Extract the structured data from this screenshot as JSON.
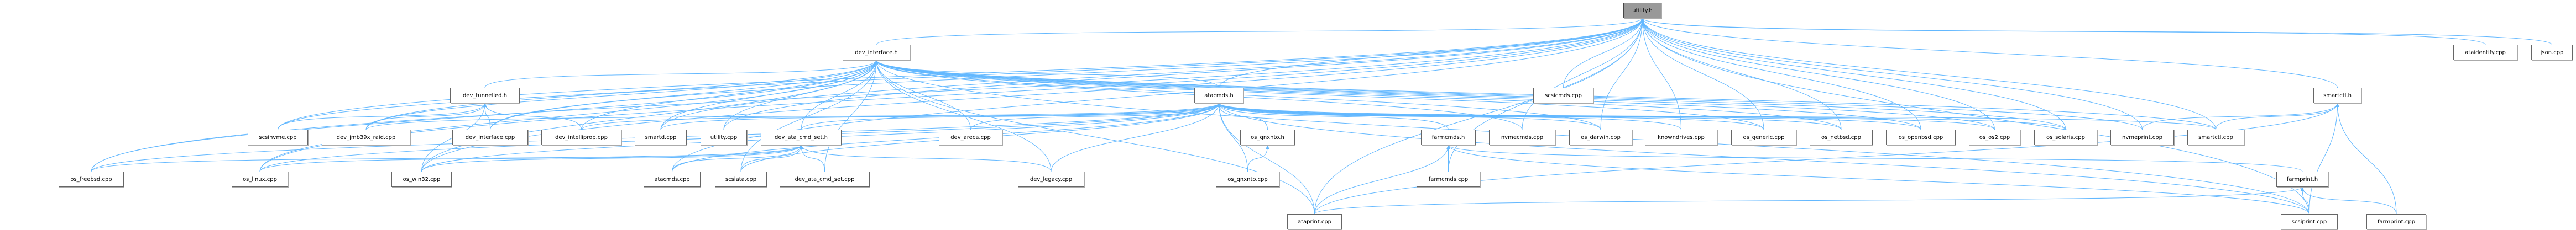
{
  "graph": {
    "root": "utility.h",
    "nodes": [
      {
        "label": "utility.h"
      },
      {
        "label": "dev_interface.h"
      },
      {
        "label": "atacmds.h"
      },
      {
        "label": "dev_tunnelled.h"
      },
      {
        "label": "scsicmds.cpp"
      },
      {
        "label": "smartctl.h"
      },
      {
        "label": "ataidentify.cpp"
      },
      {
        "label": "json.cpp"
      },
      {
        "label": "scsinvme.cpp"
      },
      {
        "label": "dev_jmb39x_raid.cpp"
      },
      {
        "label": "dev_interface.cpp"
      },
      {
        "label": "dev_intelliprop.cpp"
      },
      {
        "label": "smartd.cpp"
      },
      {
        "label": "utility.cpp"
      },
      {
        "label": "dev_ata_cmd_set.h"
      },
      {
        "label": "dev_areca.cpp"
      },
      {
        "label": "os_qnxnto.h"
      },
      {
        "label": "farmcmds.h"
      },
      {
        "label": "nvmecmds.cpp"
      },
      {
        "label": "os_darwin.cpp"
      },
      {
        "label": "knowndrives.cpp"
      },
      {
        "label": "os_generic.cpp"
      },
      {
        "label": "os_netbsd.cpp"
      },
      {
        "label": "os_openbsd.cpp"
      },
      {
        "label": "os_os2.cpp"
      },
      {
        "label": "os_solaris.cpp"
      },
      {
        "label": "nvmeprint.cpp"
      },
      {
        "label": "smartctl.cpp"
      },
      {
        "label": "os_freebsd.cpp"
      },
      {
        "label": "os_linux.cpp"
      },
      {
        "label": "os_win32.cpp"
      },
      {
        "label": "atacmds.cpp"
      },
      {
        "label": "scsiata.cpp"
      },
      {
        "label": "dev_ata_cmd_set.cpp"
      },
      {
        "label": "dev_legacy.cpp"
      },
      {
        "label": "os_qnxnto.cpp"
      },
      {
        "label": "farmcmds.cpp"
      },
      {
        "label": "farmprint.h"
      },
      {
        "label": "ataprint.cpp"
      },
      {
        "label": "scsiprint.cpp"
      },
      {
        "label": "farmprint.cpp"
      }
    ],
    "edges": [
      [
        "dev_interface.h",
        "utility.h"
      ],
      [
        "atacmds.h",
        "utility.h"
      ],
      [
        "scsicmds.cpp",
        "utility.h"
      ],
      [
        "smartctl.h",
        "utility.h"
      ],
      [
        "ataidentify.cpp",
        "utility.h"
      ],
      [
        "json.cpp",
        "utility.h"
      ],
      [
        "nvmecmds.cpp",
        "utility.h"
      ],
      [
        "os_darwin.cpp",
        "utility.h"
      ],
      [
        "knowndrives.cpp",
        "utility.h"
      ],
      [
        "os_generic.cpp",
        "utility.h"
      ],
      [
        "os_netbsd.cpp",
        "utility.h"
      ],
      [
        "os_openbsd.cpp",
        "utility.h"
      ],
      [
        "os_os2.cpp",
        "utility.h"
      ],
      [
        "os_solaris.cpp",
        "utility.h"
      ],
      [
        "nvmeprint.cpp",
        "utility.h"
      ],
      [
        "smartctl.cpp",
        "utility.h"
      ],
      [
        "utility.cpp",
        "utility.h"
      ],
      [
        "smartd.cpp",
        "utility.h"
      ],
      [
        "os_freebsd.cpp",
        "utility.h"
      ],
      [
        "os_linux.cpp",
        "utility.h"
      ],
      [
        "os_win32.cpp",
        "utility.h"
      ],
      [
        "scsinvme.cpp",
        "utility.h"
      ],
      [
        "dev_jmb39x_raid.cpp",
        "utility.h"
      ],
      [
        "dev_interface.cpp",
        "utility.h"
      ],
      [
        "ataprint.cpp",
        "utility.h"
      ],
      [
        "scsiprint.cpp",
        "utility.h"
      ],
      [
        "atacmds.cpp",
        "utility.h"
      ],
      [
        "farmcmds.cpp",
        "utility.h"
      ],
      [
        "dev_tunnelled.h",
        "dev_interface.h"
      ],
      [
        "atacmds.h",
        "dev_interface.h"
      ],
      [
        "dev_ata_cmd_set.h",
        "dev_interface.h"
      ],
      [
        "dev_areca.cpp",
        "dev_interface.h"
      ],
      [
        "dev_interface.cpp",
        "dev_interface.h"
      ],
      [
        "dev_intelliprop.cpp",
        "dev_interface.h"
      ],
      [
        "dev_jmb39x_raid.cpp",
        "dev_interface.h"
      ],
      [
        "dev_legacy.cpp",
        "dev_interface.h"
      ],
      [
        "scsinvme.cpp",
        "dev_interface.h"
      ],
      [
        "smartd.cpp",
        "dev_interface.h"
      ],
      [
        "utility.cpp",
        "dev_interface.h"
      ],
      [
        "os_freebsd.cpp",
        "dev_interface.h"
      ],
      [
        "os_linux.cpp",
        "dev_interface.h"
      ],
      [
        "os_win32.cpp",
        "dev_interface.h"
      ],
      [
        "scsiata.cpp",
        "dev_interface.h"
      ],
      [
        "ataprint.cpp",
        "dev_interface.h"
      ],
      [
        "nvmecmds.cpp",
        "dev_interface.h"
      ],
      [
        "os_darwin.cpp",
        "dev_interface.h"
      ],
      [
        "os_generic.cpp",
        "dev_interface.h"
      ],
      [
        "os_netbsd.cpp",
        "dev_interface.h"
      ],
      [
        "os_openbsd.cpp",
        "dev_interface.h"
      ],
      [
        "os_os2.cpp",
        "dev_interface.h"
      ],
      [
        "os_solaris.cpp",
        "dev_interface.h"
      ],
      [
        "smartctl.cpp",
        "dev_interface.h"
      ],
      [
        "nvmeprint.cpp",
        "dev_interface.h"
      ],
      [
        "scsiprint.cpp",
        "dev_interface.h"
      ],
      [
        "dev_ata_cmd_set.cpp",
        "dev_interface.h"
      ],
      [
        "scsinvme.cpp",
        "dev_tunnelled.h"
      ],
      [
        "dev_jmb39x_raid.cpp",
        "dev_tunnelled.h"
      ],
      [
        "dev_interface.cpp",
        "dev_tunnelled.h"
      ],
      [
        "dev_intelliprop.cpp",
        "dev_tunnelled.h"
      ],
      [
        "os_win32.cpp",
        "dev_tunnelled.h"
      ],
      [
        "smartd.cpp",
        "atacmds.h"
      ],
      [
        "dev_ata_cmd_set.h",
        "atacmds.h"
      ],
      [
        "dev_areca.cpp",
        "atacmds.h"
      ],
      [
        "dev_jmb39x_raid.cpp",
        "atacmds.h"
      ],
      [
        "dev_intelliprop.cpp",
        "atacmds.h"
      ],
      [
        "atacmds.cpp",
        "atacmds.h"
      ],
      [
        "scsiata.cpp",
        "atacmds.h"
      ],
      [
        "dev_legacy.cpp",
        "atacmds.h"
      ],
      [
        "os_qnxnto.h",
        "atacmds.h"
      ],
      [
        "os_qnxnto.cpp",
        "atacmds.h"
      ],
      [
        "ataprint.cpp",
        "atacmds.h"
      ],
      [
        "farmcmds.h",
        "atacmds.h"
      ],
      [
        "knowndrives.cpp",
        "atacmds.h"
      ],
      [
        "os_generic.cpp",
        "atacmds.h"
      ],
      [
        "os_netbsd.cpp",
        "atacmds.h"
      ],
      [
        "os_openbsd.cpp",
        "atacmds.h"
      ],
      [
        "os_os2.cpp",
        "atacmds.h"
      ],
      [
        "os_solaris.cpp",
        "atacmds.h"
      ],
      [
        "os_darwin.cpp",
        "atacmds.h"
      ],
      [
        "smartctl.cpp",
        "atacmds.h"
      ],
      [
        "scsiprint.cpp",
        "atacmds.h"
      ],
      [
        "os_freebsd.cpp",
        "atacmds.h"
      ],
      [
        "os_linux.cpp",
        "atacmds.h"
      ],
      [
        "os_win32.cpp",
        "atacmds.h"
      ],
      [
        "atacmds.cpp",
        "dev_ata_cmd_set.h"
      ],
      [
        "scsiata.cpp",
        "dev_ata_cmd_set.h"
      ],
      [
        "dev_ata_cmd_set.cpp",
        "dev_ata_cmd_set.h"
      ],
      [
        "os_linux.cpp",
        "dev_ata_cmd_set.h"
      ],
      [
        "os_win32.cpp",
        "dev_ata_cmd_set.h"
      ],
      [
        "os_freebsd.cpp",
        "dev_ata_cmd_set.h"
      ],
      [
        "dev_legacy.cpp",
        "dev_ata_cmd_set.h"
      ],
      [
        "os_qnxnto.cpp",
        "os_qnxnto.h"
      ],
      [
        "farmcmds.cpp",
        "farmcmds.h"
      ],
      [
        "ataprint.cpp",
        "farmcmds.h"
      ],
      [
        "farmprint.h",
        "farmcmds.h"
      ],
      [
        "scsiprint.cpp",
        "farmcmds.h"
      ],
      [
        "ataprint.cpp",
        "farmprint.h"
      ],
      [
        "scsiprint.cpp",
        "farmprint.h"
      ],
      [
        "farmprint.cpp",
        "farmprint.h"
      ],
      [
        "smartctl.cpp",
        "smartctl.h"
      ],
      [
        "nvmeprint.cpp",
        "smartctl.h"
      ],
      [
        "ataprint.cpp",
        "smartctl.h"
      ],
      [
        "scsiprint.cpp",
        "smartctl.h"
      ],
      [
        "farmprint.cpp",
        "smartctl.h"
      ]
    ]
  },
  "colors": {
    "edge": "#63b8ff",
    "node_border": "#666666",
    "root_fill": "#999999"
  }
}
